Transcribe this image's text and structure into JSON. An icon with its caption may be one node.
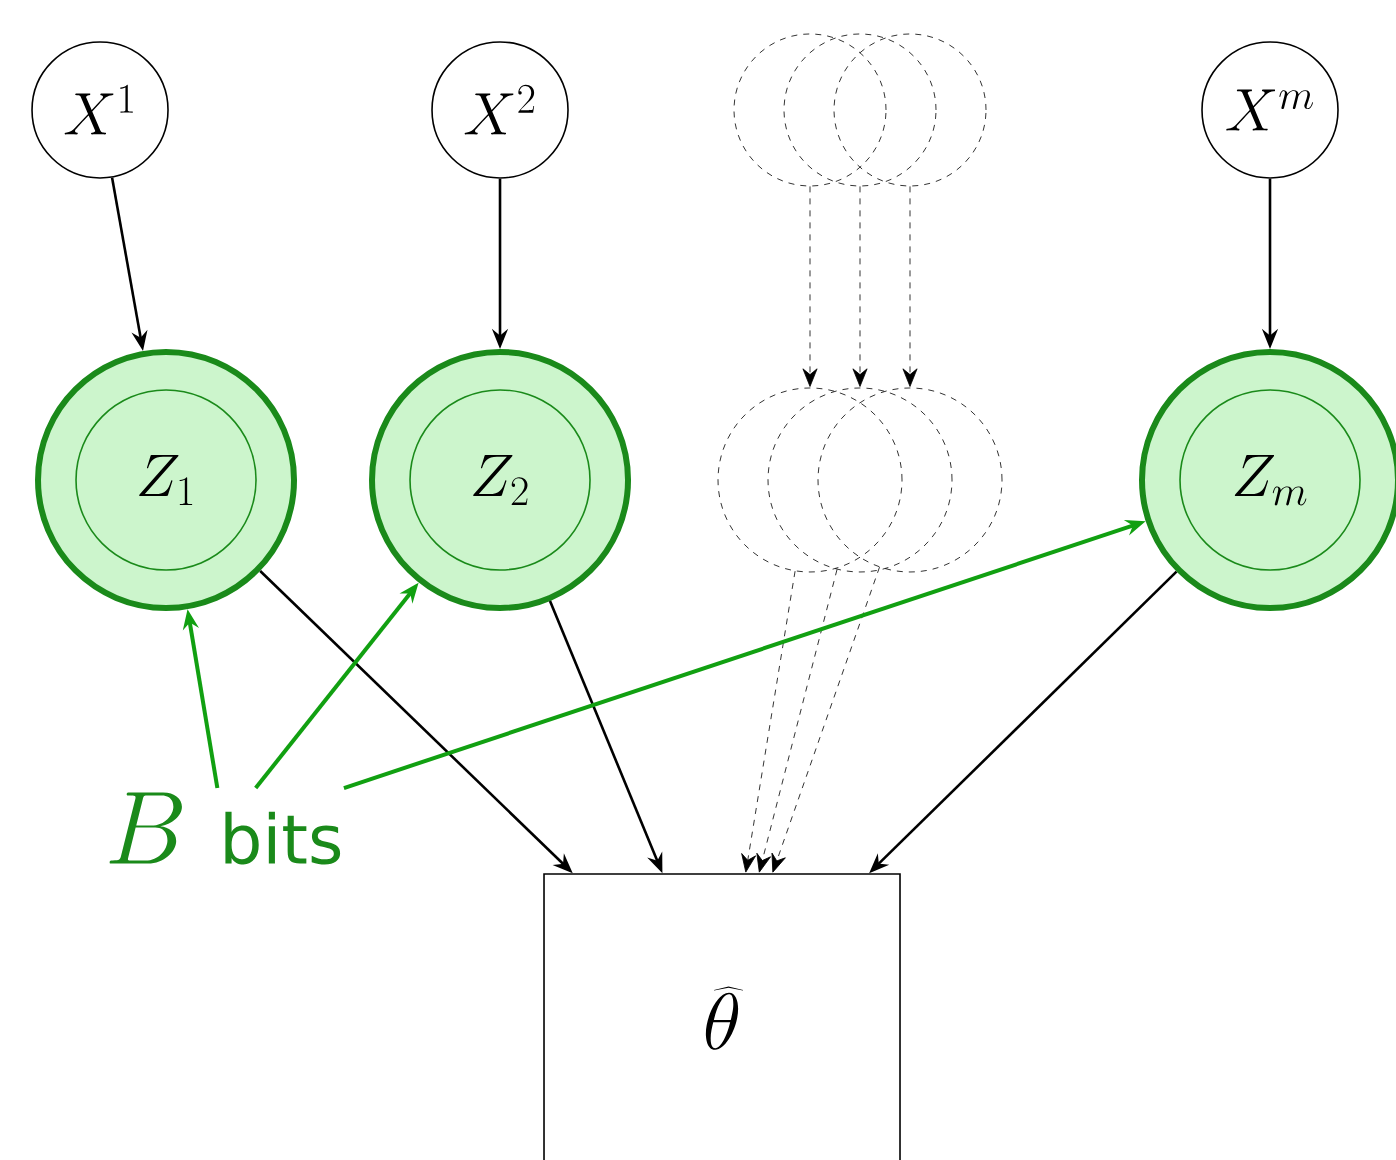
{
  "diagram": {
    "nodes": [
      {
        "text": [
          "X^1"
        ]
      },
      {
        "text": [
          "X^2"
        ]
      },
      {
        "text": [],
        "shape": "circle"
      },
      {
        "text": [],
        "shape": "circle"
      },
      {
        "text": [],
        "shape": "circle"
      },
      {
        "text": [
          "X^m"
        ]
      },
      {
        "text": [
          "Z_1"
        ]
      },
      {
        "text": [
          "Z_2"
        ]
      },
      {
        "text": [],
        "shape": "circle"
      },
      {
        "text": [],
        "shape": "circle"
      },
      {
        "text": [],
        "shape": "circle"
      },
      {
        "text": [
          "Z_m"
        ]
      },
      {
        "text": [
          "\\widehat{\\theta}"
        ]
      },
      {
        "text": [
          "B",
          "bits"
        ]
      }
    ],
    "edges": [
      {
        "from": 0,
        "to": 6,
        "arrow": "to"
      },
      {
        "from": 1,
        "to": 7,
        "arrow": "to"
      },
      {
        "from": 2,
        "to": 8,
        "arrow": "to",
        "style": "dashed"
      },
      {
        "from": 3,
        "to": 9,
        "arrow": "to",
        "style": "dashed"
      },
      {
        "from": 4,
        "to": 10,
        "arrow": "to",
        "style": "dashed"
      },
      {
        "from": 5,
        "to": 11,
        "arrow": "to"
      },
      {
        "from": 6,
        "to": 12,
        "arrow": "to"
      },
      {
        "from": 7,
        "to": 12,
        "arrow": "to"
      },
      {
        "from": 8,
        "to": 12,
        "arrow": "to",
        "style": "dashed"
      },
      {
        "from": 9,
        "to": 12,
        "arrow": "to",
        "style": "dashed"
      },
      {
        "from": 10,
        "to": 12,
        "arrow": "to",
        "style": "dashed"
      },
      {
        "from": 11,
        "to": 12,
        "arrow": "to"
      },
      {
        "from": 13,
        "to": 6,
        "arrow": "to",
        "color": "#11a011"
      },
      {
        "from": 13,
        "to": 7,
        "arrow": "to",
        "color": "#11a011"
      },
      {
        "from": 13,
        "to": 11,
        "arrow": "to",
        "color": "#11a011"
      }
    ]
  }
}
